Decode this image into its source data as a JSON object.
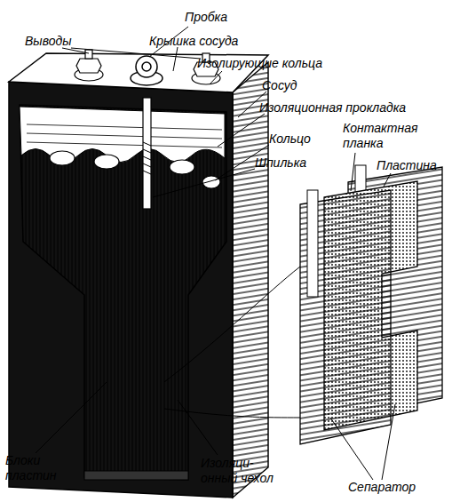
{
  "diagram": {
    "labels": [
      "Пробка",
      "Выводы",
      "Крышка сосуда",
      "Изолирующие кольца",
      "Сосуд",
      "Изоляционная прокладка",
      "Контактная планка",
      "Кольцо",
      "Пластина",
      "Шпилька",
      "Блоки пластин",
      "Изоляци- онный чехол",
      "Сепаратор"
    ]
  }
}
